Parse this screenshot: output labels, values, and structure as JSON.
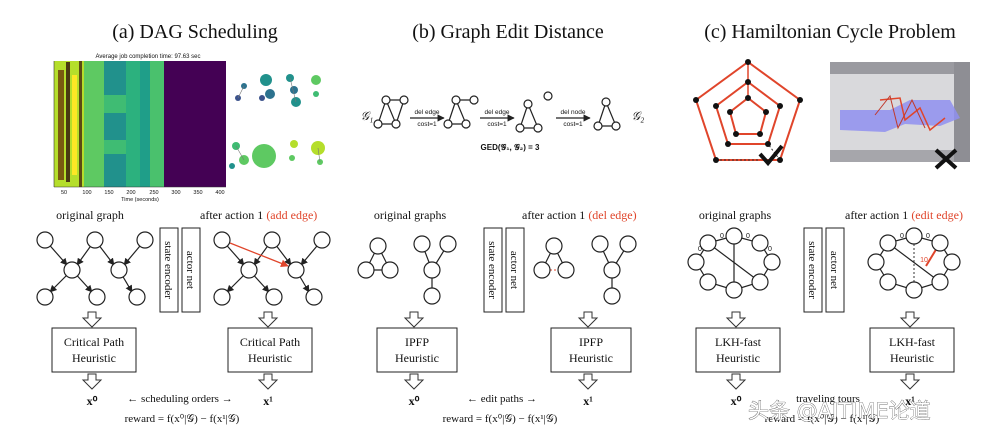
{
  "panels": [
    {
      "title": "(a) DAG Scheduling",
      "left_label": "original graph",
      "right_label_prefix": "after action 1 ",
      "right_label_action": "(add edge)",
      "box_left": [
        "Critical Path",
        "Heuristic"
      ],
      "box_right": [
        "Critical Path",
        "Heuristic"
      ],
      "x0": "x⁰",
      "x1": "x¹",
      "middle": "← scheduling orders →",
      "reward": "reward = f(x⁰|𝒢) − f(x¹|𝒢)"
    },
    {
      "title": "(b) Graph Edit Distance",
      "left_label": "original graphs",
      "right_label_prefix": "after action 1 ",
      "right_label_action": "(del edge)",
      "box_left": [
        "IPFP",
        "Heuristic"
      ],
      "box_right": [
        "IPFP",
        "Heuristic"
      ],
      "x0": "x⁰",
      "x1": "x¹",
      "middle": "←   edit paths   →",
      "reward": "reward = f(x⁰|𝒢) − f(x¹|𝒢)"
    },
    {
      "title": "(c) Hamiltonian Cycle Problem",
      "left_label": "original graphs",
      "right_label_prefix": "after action 1 ",
      "right_label_action": "(edit edge)",
      "box_left": [
        "LKH-fast",
        "Heuristic"
      ],
      "box_right": [
        "LKH-fast",
        "Heuristic"
      ],
      "x0": "x⁰",
      "x1": "x¹",
      "middle": "traveling tours",
      "reward": "reward = f(x⁰|𝒢) − f(x¹|𝒢)"
    }
  ],
  "vertical_labels": {
    "state": "state encoder",
    "actor": "actor net"
  },
  "dag_plot": {
    "title": "Average job completion time: 97.63 sec",
    "xlabel": "Time (seconds)",
    "xticks": [
      "50",
      "100",
      "150",
      "200",
      "250",
      "300",
      "350",
      "400"
    ]
  },
  "ged_strip": {
    "g1": "𝒢₁",
    "g2": "𝒢₂",
    "ops": [
      [
        "del edge",
        "cost=1"
      ],
      [
        "del edge",
        "cost=1"
      ],
      [
        "del node",
        "cost=1"
      ]
    ],
    "result": "GED(𝒢₁, 𝒢₂) = 3"
  },
  "hcp_edge_labels": [
    "0",
    "0",
    "0",
    "0",
    "0",
    "0",
    "10"
  ],
  "watermark": "头条 @AITIME论道",
  "colors": {
    "accent_red": "#e0452b",
    "heat_dark": "#440154",
    "heat_teal": "#21918c",
    "heat_green": "#5ec962",
    "heat_yellow": "#fde725"
  }
}
